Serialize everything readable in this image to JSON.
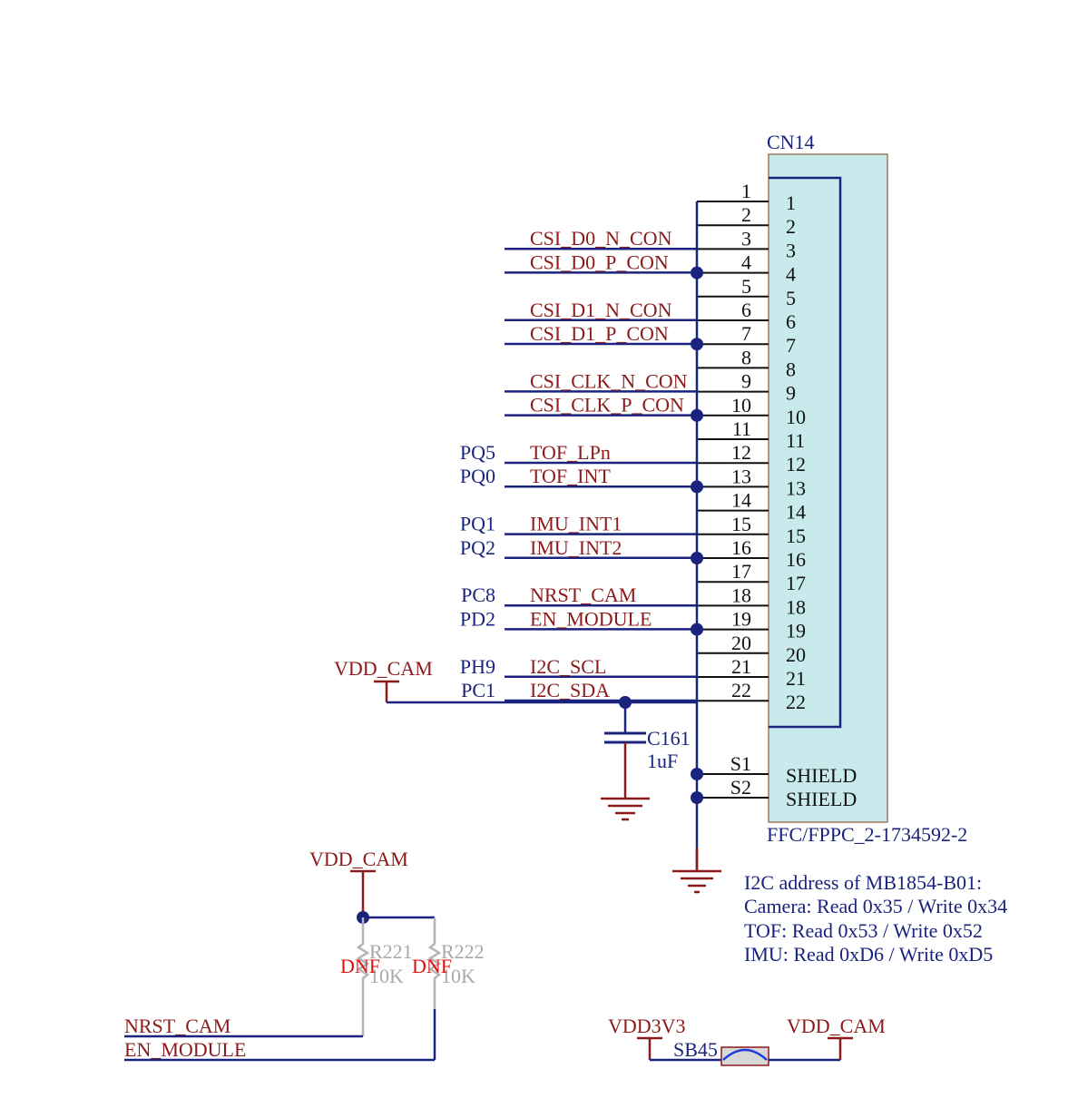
{
  "connector": {
    "ref": "CN14",
    "part": "FFC/FPPC_2-1734592-2",
    "body_color": "#c8eaec",
    "pins": [
      {
        "num": "1",
        "net": "",
        "mcu": ""
      },
      {
        "num": "2",
        "net": "CSI_D0_N_CON",
        "mcu": ""
      },
      {
        "num": "3",
        "net": "CSI_D0_P_CON",
        "mcu": ""
      },
      {
        "num": "4",
        "net": "",
        "mcu": ""
      },
      {
        "num": "5",
        "net": "CSI_D1_N_CON",
        "mcu": ""
      },
      {
        "num": "6",
        "net": "CSI_D1_P_CON",
        "mcu": ""
      },
      {
        "num": "7",
        "net": "",
        "mcu": ""
      },
      {
        "num": "8",
        "net": "CSI_CLK_N_CON",
        "mcu": ""
      },
      {
        "num": "9",
        "net": "CSI_CLK_P_CON",
        "mcu": ""
      },
      {
        "num": "10",
        "net": "",
        "mcu": ""
      },
      {
        "num": "11",
        "net": "TOF_LPn",
        "mcu": "PQ5"
      },
      {
        "num": "12",
        "net": "TOF_INT",
        "mcu": "PQ0"
      },
      {
        "num": "13",
        "net": "",
        "mcu": ""
      },
      {
        "num": "14",
        "net": "IMU_INT1",
        "mcu": "PQ1"
      },
      {
        "num": "15",
        "net": "IMU_INT2",
        "mcu": "PQ2"
      },
      {
        "num": "16",
        "net": "",
        "mcu": ""
      },
      {
        "num": "17",
        "net": "NRST_CAM",
        "mcu": "PC8"
      },
      {
        "num": "18",
        "net": "EN_MODULE",
        "mcu": "PD2"
      },
      {
        "num": "19",
        "net": "",
        "mcu": ""
      },
      {
        "num": "20",
        "net": "I2C_SCL",
        "mcu": "PH9"
      },
      {
        "num": "21",
        "net": "I2C_SDA",
        "mcu": "PC1"
      },
      {
        "num": "22",
        "net": "",
        "mcu": ""
      }
    ],
    "shield_pins": [
      {
        "num": "S1",
        "name": "SHIELD"
      },
      {
        "num": "S2",
        "name": "SHIELD"
      }
    ]
  },
  "power_vdd_cam_label": "VDD_CAM",
  "capacitor": {
    "ref": "C161",
    "value": "1uF"
  },
  "pullups": {
    "power_label": "VDD_CAM",
    "resistors": [
      {
        "ref": "R221",
        "value": "10K",
        "status": "DNF"
      },
      {
        "ref": "R222",
        "value": "10K",
        "status": "DNF"
      }
    ],
    "nets": [
      "NRST_CAM",
      "EN_MODULE"
    ]
  },
  "solder_bridge": {
    "ref": "SB45",
    "left_power": "VDD3V3",
    "right_power": "VDD_CAM"
  },
  "notes": [
    "I2C address of MB1854-B01:",
    "Camera: Read 0x35 / Write 0x34",
    "TOF: Read  0x53 / Write  0x52",
    "IMU: Read 0xD6 / Write 0xD5"
  ]
}
